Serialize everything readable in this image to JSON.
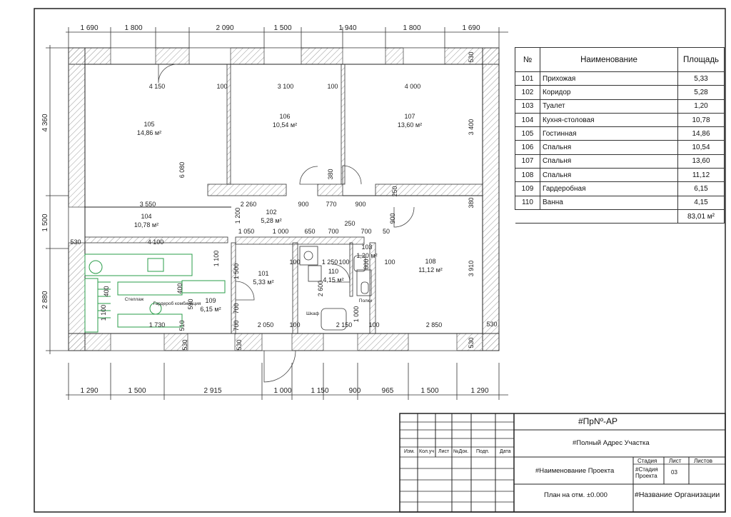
{
  "dimensions": {
    "top": [
      "1 690",
      "1 800",
      "2 090",
      "1 500",
      "1 940",
      "1 800",
      "1 690"
    ],
    "bottom": [
      "1 290",
      "1 500",
      "2 915",
      "1 000",
      "1 150",
      "900",
      "965",
      "1 500",
      "1 290"
    ],
    "left": [
      "4 360",
      "1 500",
      "2 880"
    ],
    "inner": {
      "d4150": "4 150",
      "d100a": "100",
      "d3100": "3 100",
      "d100b": "100",
      "d4000": "4 000",
      "d3550": "3 550",
      "d2260": "2 260",
      "d900a": "900",
      "d770": "770",
      "d900b": "900",
      "d6080": "6 080",
      "d3400": "3 400",
      "d380a": "380",
      "d380b": "380",
      "d250a": "250",
      "d1200": "1 200",
      "d1050": "1 050",
      "d1000": "1 000",
      "d650": "650",
      "d700a": "700",
      "d700b": "700",
      "d250b": "250",
      "d50": "50",
      "d900c": "900",
      "d4100": "4 100",
      "d530a": "530",
      "d1100a": "1 100",
      "d1500": "1 500",
      "d100c": "100",
      "d100d": "100",
      "d1250": "1 250",
      "d800": "800",
      "d100e": "100",
      "d3910": "3 910",
      "d400a": "400",
      "d400b": "400",
      "d1100b": "1 100",
      "d590": "590",
      "d700c": "700",
      "d700d": "700",
      "d2600": "2 600",
      "d1000b": "1 000",
      "d1730": "1 730",
      "d510": "510",
      "d2050": "2 050",
      "d100f": "100",
      "d2150": "2 150",
      "d100g": "100",
      "d2850": "2 850",
      "d530b": "530",
      "d530c": "530",
      "d530d": "530",
      "d530e": "530",
      "d530f": "530"
    }
  },
  "rooms": [
    {
      "num": "105",
      "area": "14,86 м²"
    },
    {
      "num": "106",
      "area": "10,54 м²"
    },
    {
      "num": "107",
      "area": "13,60 м²"
    },
    {
      "num": "104",
      "area": "10,78 м²"
    },
    {
      "num": "102",
      "area": "5,28 м²"
    },
    {
      "num": "101",
      "area": "5,33 м²"
    },
    {
      "num": "110",
      "area": "4,15 м²"
    },
    {
      "num": "103",
      "area": "1,20 м²"
    },
    {
      "num": "108",
      "area": "11,12 м²"
    },
    {
      "num": "109",
      "area": "6,15 м²"
    }
  ],
  "furniture_labels": {
    "shelf": "Стеллаж",
    "wardrobe": "Гардероб комбинация",
    "cabinet": "Шкаф",
    "shelves": "Полки"
  },
  "table": {
    "headers": {
      "num": "№",
      "name": "Наименование",
      "area": "Площадь"
    },
    "rows": [
      {
        "num": "101",
        "name": "Прихожая",
        "area": "5,33"
      },
      {
        "num": "102",
        "name": "Коридор",
        "area": "5,28"
      },
      {
        "num": "103",
        "name": "Туалет",
        "area": "1,20"
      },
      {
        "num": "104",
        "name": "Кухня-столовая",
        "area": "10,78"
      },
      {
        "num": "105",
        "name": "Гостинная",
        "area": "14,86"
      },
      {
        "num": "106",
        "name": "Спальня",
        "area": "10,54"
      },
      {
        "num": "107",
        "name": "Спальня",
        "area": "13,60"
      },
      {
        "num": "108",
        "name": "Спальня",
        "area": "11,12"
      },
      {
        "num": "109",
        "name": "Гардеробная",
        "area": "6,15"
      },
      {
        "num": "110",
        "name": "Ванна",
        "area": "4,15"
      }
    ],
    "total": "83,01 м²"
  },
  "title_block": {
    "code": "#ПрNº-АР",
    "address": "#Полный Адрес Участка",
    "cols": [
      "Изм.",
      "Кол.уч",
      "Лист",
      "№Док.",
      "Подп.",
      "Дата"
    ],
    "stage_header": "Стадия",
    "sheet_header": "Лист",
    "sheets_header": "Листов",
    "project_name": "#Наименование Проекта",
    "stage_value": "#Стадия Проекта",
    "sheet_value": "03",
    "drawing_name": "План на отм. ±0.000",
    "org_name": "#Название Организации"
  },
  "colors": {
    "wall": "#ffffff",
    "hatch": "#9a9a9a",
    "line": "#222222",
    "green": "#2a9d4a"
  }
}
